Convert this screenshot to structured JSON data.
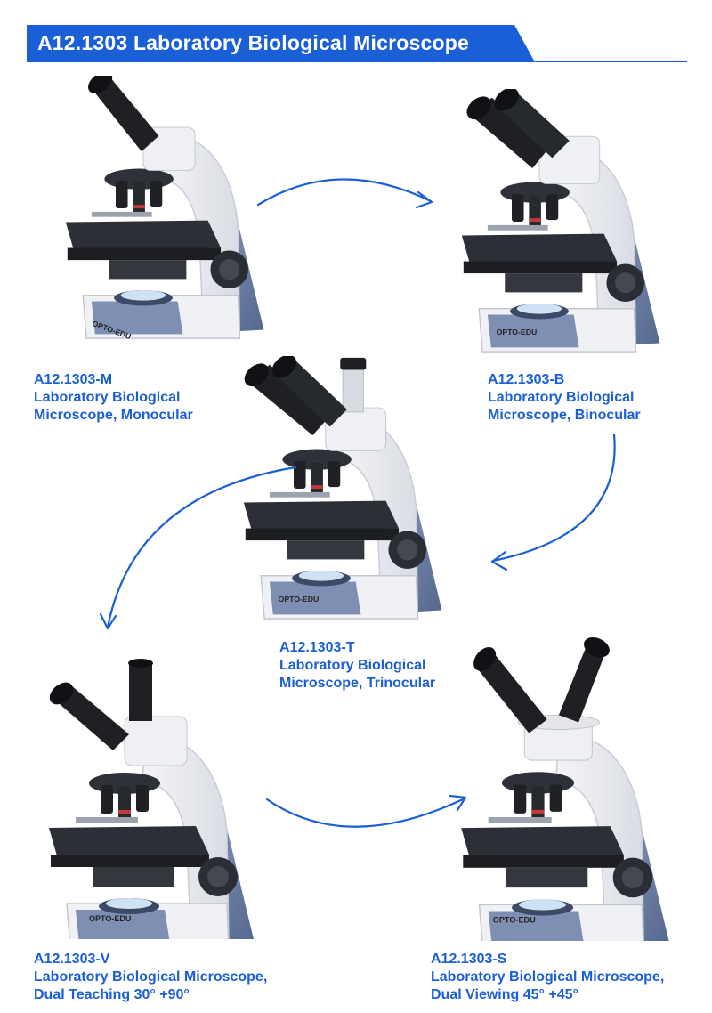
{
  "header": {
    "title": "A12.1303 Laboratory Biological Microscope",
    "accent_color": "#1a5fd6"
  },
  "brand_label": "OPTO-EDU",
  "products": [
    {
      "code": "A12.1303-M",
      "line1": "Laboratory Biological",
      "line2": "Microscope, Monocular",
      "head": "monocular"
    },
    {
      "code": "A12.1303-B",
      "line1": "Laboratory Biological",
      "line2": "Microscope, Binocular",
      "head": "binocular"
    },
    {
      "code": "A12.1303-T",
      "line1": "Laboratory Biological",
      "line2": "Microscope, Trinocular",
      "head": "trinocular"
    },
    {
      "code": "A12.1303-V",
      "line1": "Laboratory Biological Microscope,",
      "line2": "Dual Teaching 30°  +90°",
      "head": "dual-teaching"
    },
    {
      "code": "A12.1303-S",
      "line1": "Laboratory Biological Microscope,",
      "line2": "Dual Viewing 45°  +45°",
      "head": "dual-viewing"
    }
  ]
}
